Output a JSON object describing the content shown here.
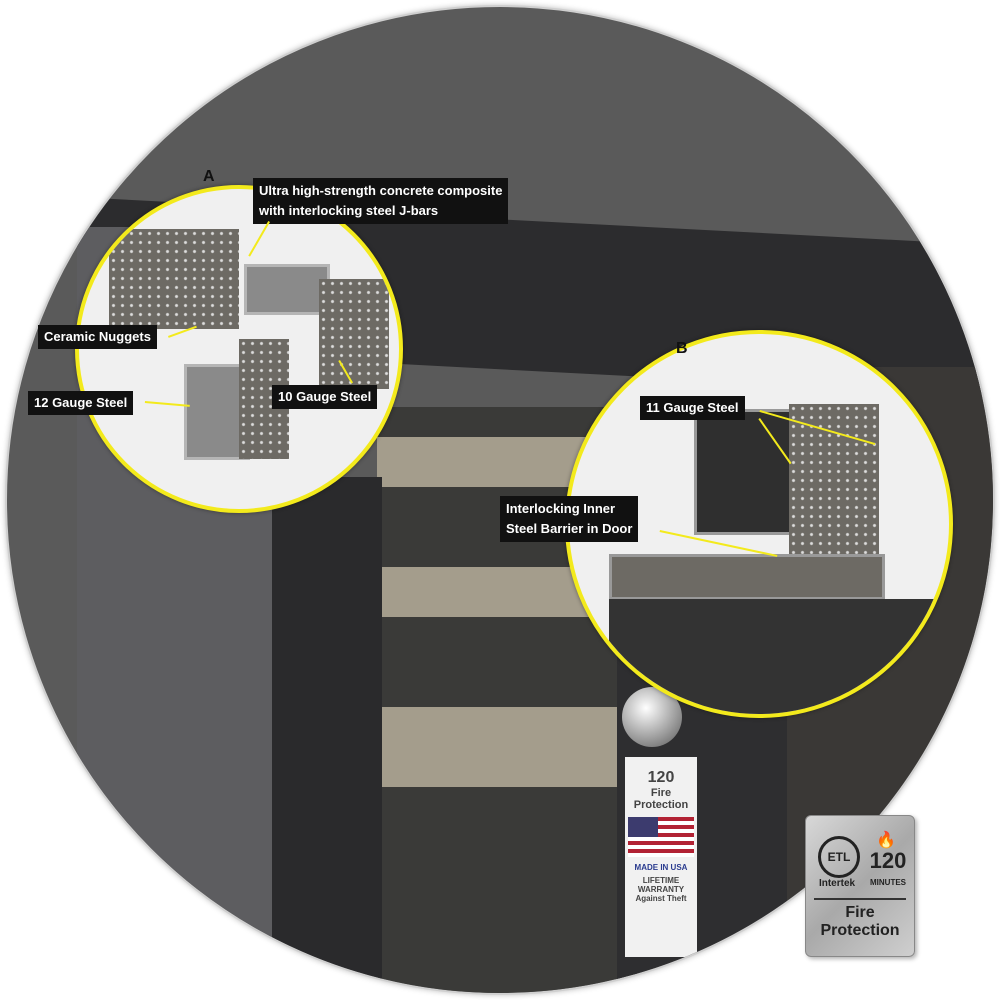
{
  "callouts": {
    "a": {
      "letter": "A",
      "labels": {
        "composite_line1": "Ultra high-strength concrete composite",
        "composite_line2": "with interlocking steel J-bars",
        "ceramic": "Ceramic Nuggets",
        "gauge12": "12 Gauge Steel",
        "gauge10": "10 Gauge Steel"
      }
    },
    "b": {
      "letter": "B",
      "labels": {
        "gauge11": "11 Gauge Steel",
        "barrier_line1": "Interlocking Inner",
        "barrier_line2": "Steel Barrier in Door"
      }
    }
  },
  "door_sticker": {
    "minutes": "120",
    "fire": "Fire Protection",
    "made": "MADE IN USA",
    "warranty": "LIFETIME WARRANTY Against Theft"
  },
  "badge": {
    "cert_logo": "ETL",
    "cert_name": "Intertek",
    "minutes_value": "120",
    "minutes_label": "MINUTES",
    "title_line1": "Fire",
    "title_line2": "Protection",
    "icon": "flame-icon"
  },
  "colors": {
    "callout_ring": "#f3ea1c",
    "label_bg": "#111111"
  }
}
